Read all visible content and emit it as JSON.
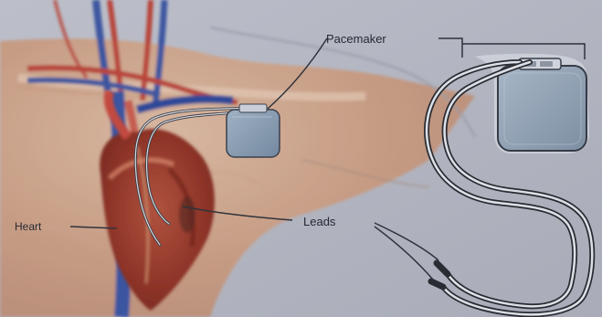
{
  "labels": {
    "pacemaker": "Pacemaker",
    "heart": "Heart",
    "leads": "Leads"
  }
}
